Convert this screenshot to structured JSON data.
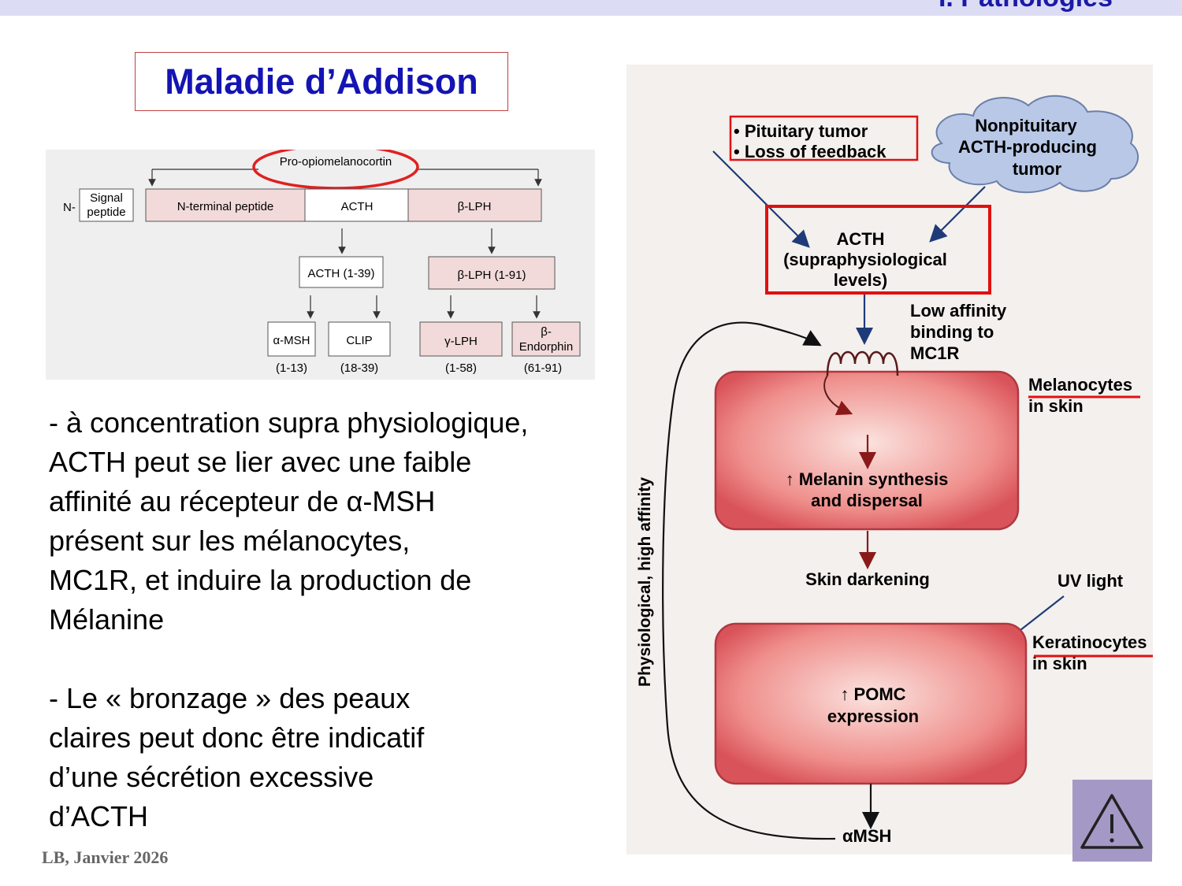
{
  "header": {
    "section": "I. Pathologies"
  },
  "title": "Maladie d’Addison",
  "pomc_diagram": {
    "precursor": "Pro-opiomelanocortin",
    "n_terminus": "N-",
    "segments": [
      "Signal peptide",
      "N-terminal peptide",
      "ACTH",
      "β-LPH"
    ],
    "signal_line1": "Signal",
    "signal_line2": "peptide",
    "intermediates": [
      "ACTH (1-39)",
      "β-LPH (1-91)"
    ],
    "products": [
      {
        "name": "α-MSH",
        "range": "(1-13)"
      },
      {
        "name": "CLIP",
        "range": "(18-39)"
      },
      {
        "name": "γ-LPH",
        "range": "(1-58)"
      },
      {
        "name": "β-Endorphin",
        "name_line1": "β-",
        "name_line2": "Endorphin",
        "range": "(61-91)"
      }
    ],
    "highlight_color": "#e02020"
  },
  "paragraphs": [
    "- à concentration supra physiologique,\nACTH peut se lier avec une faible\naffinité au récepteur de α-MSH\nprésent sur les mélanocytes,\nMC1R, et induire la production de\nMélanine",
    "- Le « bronzage » des peaux\nclaires peut donc être indicatif\nd’une sécrétion excessive\nd’ACTH"
  ],
  "footer": "LB, Janvier 2026",
  "flowchart": {
    "causes_line1": "• Pituitary tumor",
    "causes_line2": "• Loss of feedback",
    "cloud_line1": "Nonpituitary",
    "cloud_line2": "ACTH-producing",
    "cloud_line3": "tumor",
    "acth_line1": "ACTH",
    "acth_line2": "(supraphysiological",
    "acth_line3": "levels)",
    "binding_line1": "Low affinity",
    "binding_line2": "binding to",
    "binding_line3": "MC1R",
    "melanocytes_line1": "Melanocytes",
    "melanocytes_line2": "in skin",
    "melanin_line1": "↑ Melanin synthesis",
    "melanin_line2": "and dispersal",
    "skin_darkening": "Skin darkening",
    "uv_light": "UV light",
    "keratinocytes_line1": "Keratinocytes",
    "keratinocytes_line2": "in skin",
    "pomc_line1": "↑ POMC",
    "pomc_line2": "expression",
    "feedback_label": "Physiological, high affinity",
    "output": "αMSH",
    "cell_color": "#e8646a",
    "highlight_color": "#e01010"
  },
  "warning_icon": "warning-triangle-icon"
}
